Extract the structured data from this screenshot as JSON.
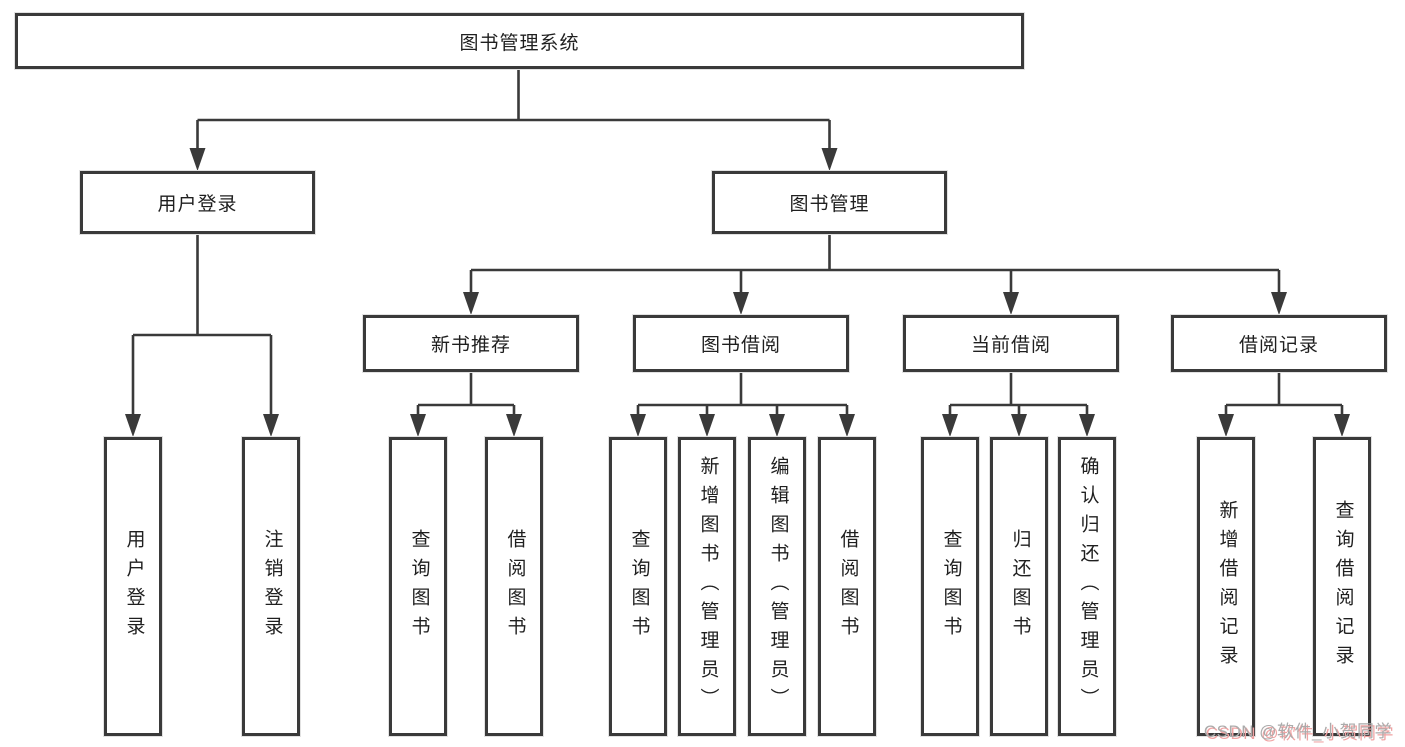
{
  "diagram": {
    "type": "hierarchy-tree",
    "root": {
      "label": "图书管理系统",
      "children": [
        {
          "label": "用户登录",
          "children": [
            {
              "label": "用户登录"
            },
            {
              "label": "注销登录"
            }
          ]
        },
        {
          "label": "图书管理",
          "children": [
            {
              "label": "新书推荐",
              "children": [
                {
                  "label": "查询图书"
                },
                {
                  "label": "借阅图书"
                }
              ]
            },
            {
              "label": "图书借阅",
              "children": [
                {
                  "label": "查询图书"
                },
                {
                  "label": "新增图书（管理员）"
                },
                {
                  "label": "编辑图书（管理员）"
                },
                {
                  "label": "借阅图书"
                }
              ]
            },
            {
              "label": "当前借阅",
              "children": [
                {
                  "label": "查询图书"
                },
                {
                  "label": "归还图书"
                },
                {
                  "label": "确认归还（管理员）"
                }
              ]
            },
            {
              "label": "借阅记录",
              "children": [
                {
                  "label": "新增借阅记录"
                },
                {
                  "label": "查询借阅记录"
                }
              ]
            }
          ]
        }
      ]
    },
    "watermark": "CSDN @软件_小贺同学",
    "colors": {
      "line": "#3a3a3a",
      "box_border": "#3a3a3a",
      "text": "#1f1f1f",
      "background": "#ffffff",
      "watermark_text": "#ababab",
      "watermark_shadow": "#f0a3a3"
    }
  }
}
